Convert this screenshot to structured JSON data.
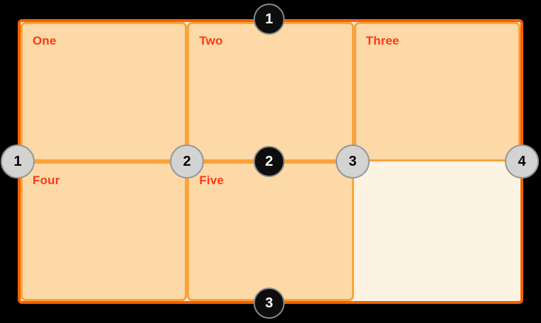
{
  "colors": {
    "page_background": "#000000",
    "container_border": "#f56000",
    "container_background": "#fdf3e3",
    "cell_background": "#fcd9a6",
    "cell_border": "#f9a33c",
    "cell_label": "#fa3a17",
    "row_marker_background": "#0d0d0d",
    "row_marker_border": "#8a8a8a",
    "row_marker_text": "#ffffff",
    "column_marker_background": "#d3d3d3",
    "column_marker_border": "#989898",
    "column_marker_text": "#000000"
  },
  "grid": {
    "columns": 3,
    "rows": 2,
    "cells": [
      {
        "label": "One"
      },
      {
        "label": "Two"
      },
      {
        "label": "Three"
      },
      {
        "label": "Four"
      },
      {
        "label": "Five"
      },
      {
        "label": ""
      }
    ]
  },
  "row_line_markers": [
    {
      "label": "1"
    },
    {
      "label": "2"
    },
    {
      "label": "3"
    }
  ],
  "column_line_markers": [
    {
      "label": "1"
    },
    {
      "label": "2"
    },
    {
      "label": "3"
    },
    {
      "label": "4"
    }
  ]
}
